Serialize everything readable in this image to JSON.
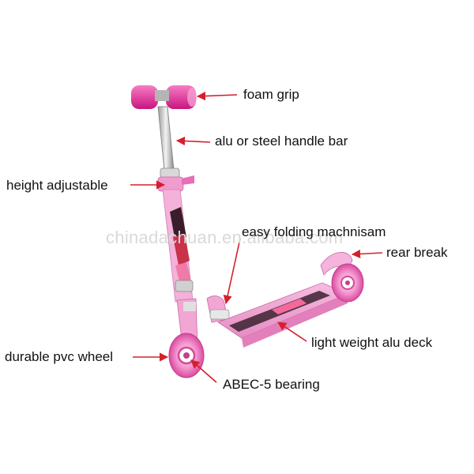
{
  "watermark": "chinadachuan.en.alibaba.com",
  "labels": {
    "foam_grip": "foam grip",
    "handle_bar": "alu or steel handle bar",
    "height_adjustable": "height adjustable",
    "easy_folding": "easy folding machnisam",
    "rear_break": "rear break",
    "deck": "light weight alu deck",
    "wheel": "durable pvc wheel",
    "bearing": "ABEC-5 bearing"
  },
  "colors": {
    "pink_main": "#f2a6d4",
    "pink_dark": "#e05aa8",
    "magenta": "#e0208e",
    "arrow": "#d4202c"
  }
}
